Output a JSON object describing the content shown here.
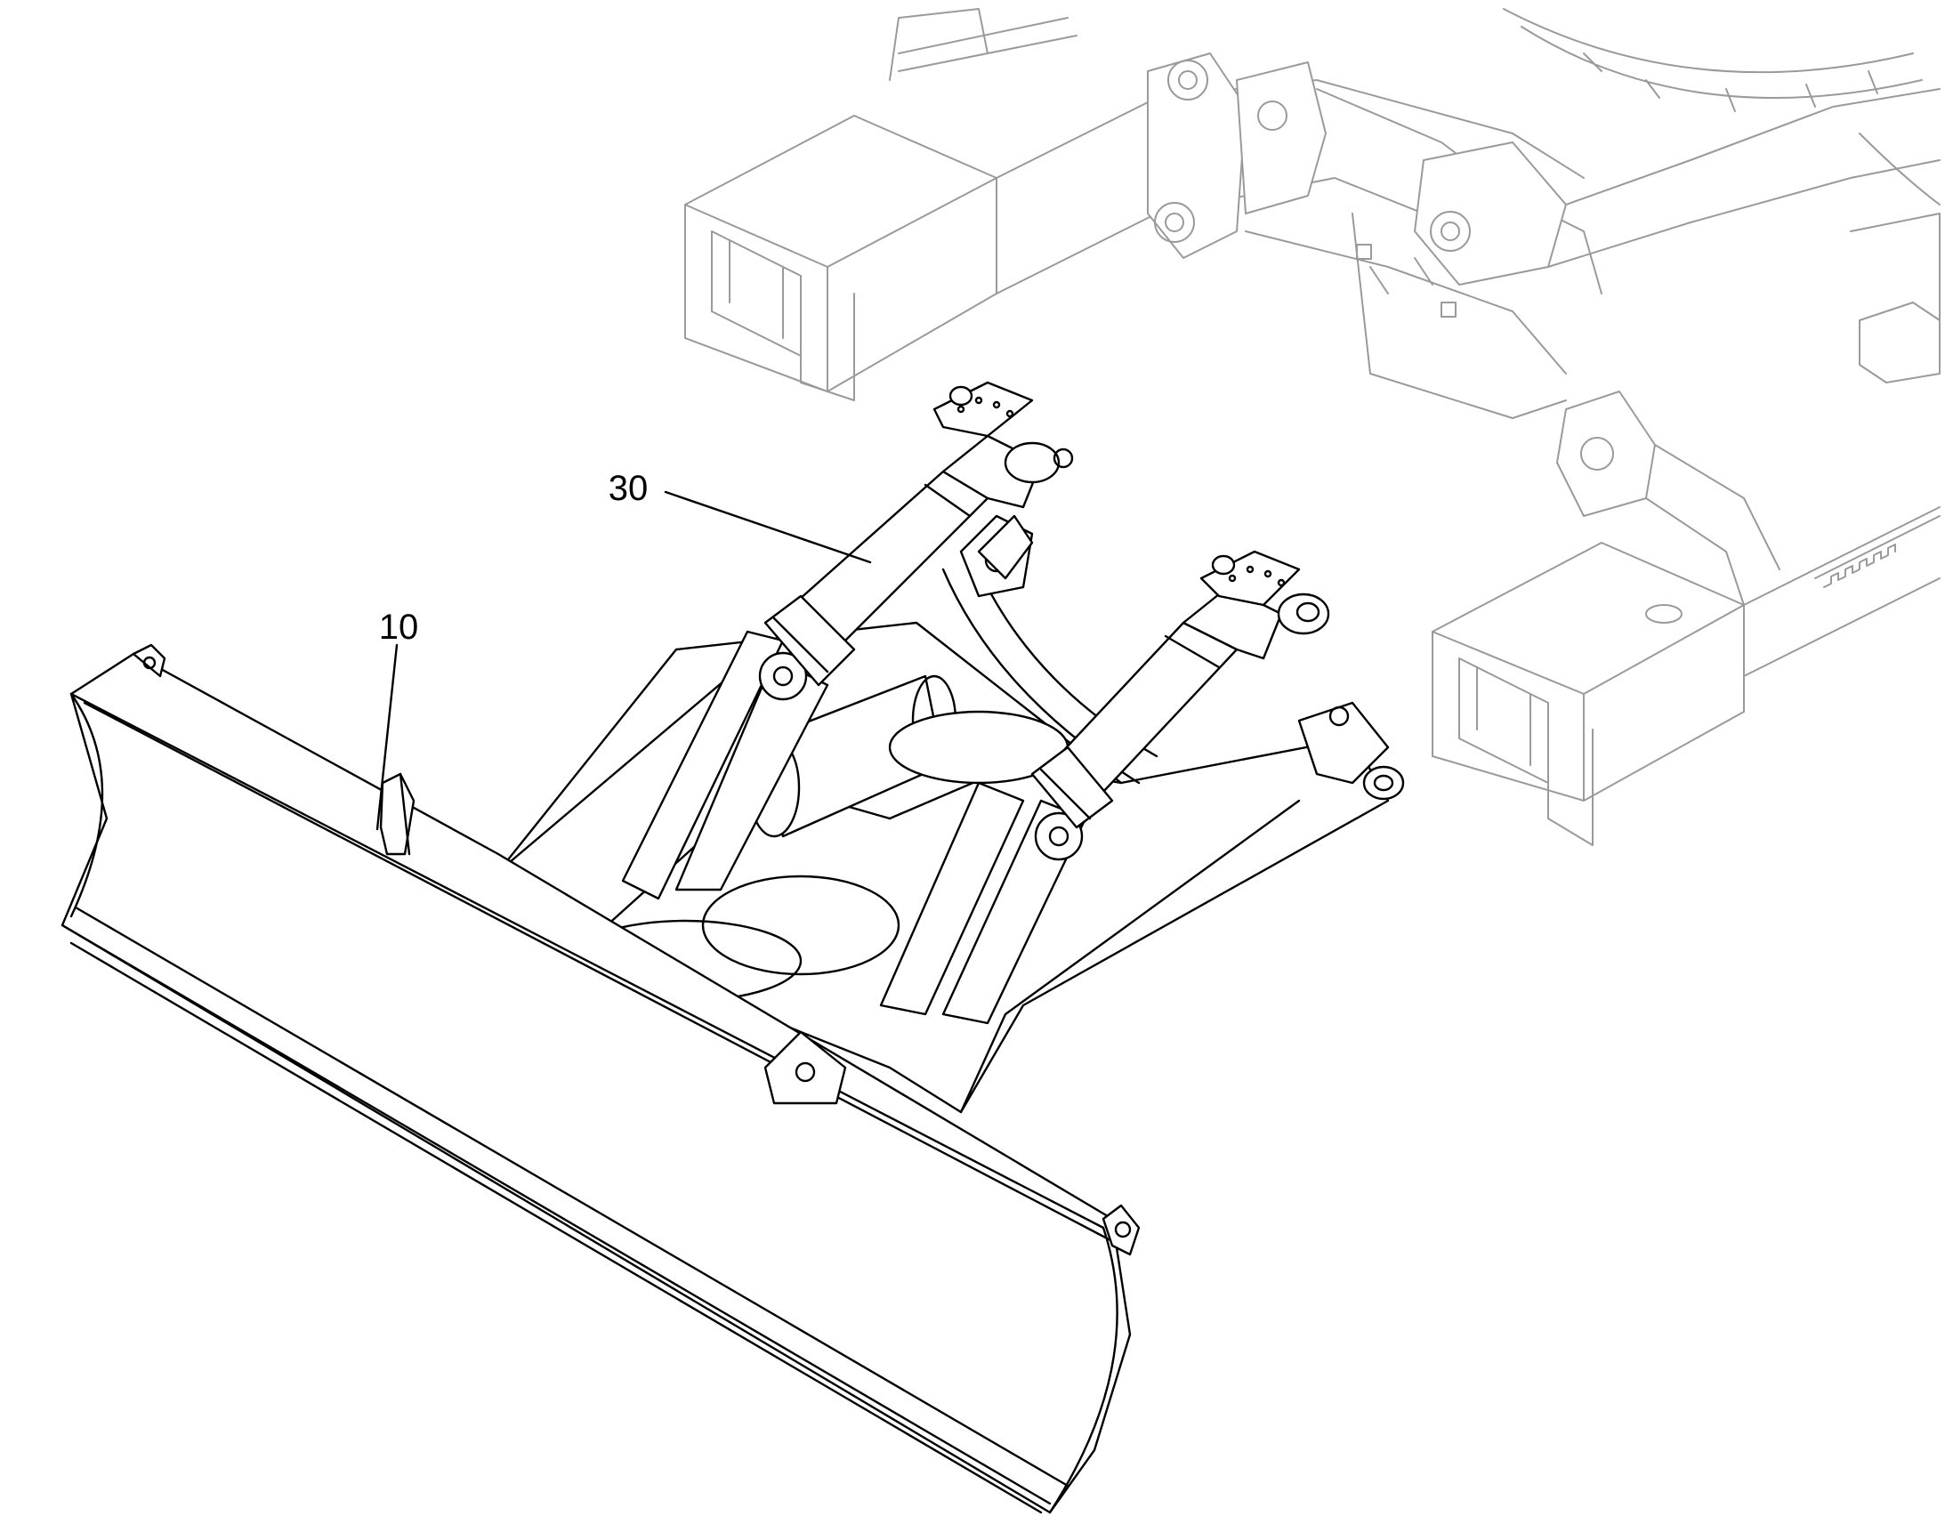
{
  "callouts": [
    {
      "id": "10",
      "label": "10"
    },
    {
      "id": "30",
      "label": "30"
    }
  ],
  "colors": {
    "foreground_lines": "#000000",
    "background_lines": "#9a9a9a",
    "background": "#ffffff"
  }
}
